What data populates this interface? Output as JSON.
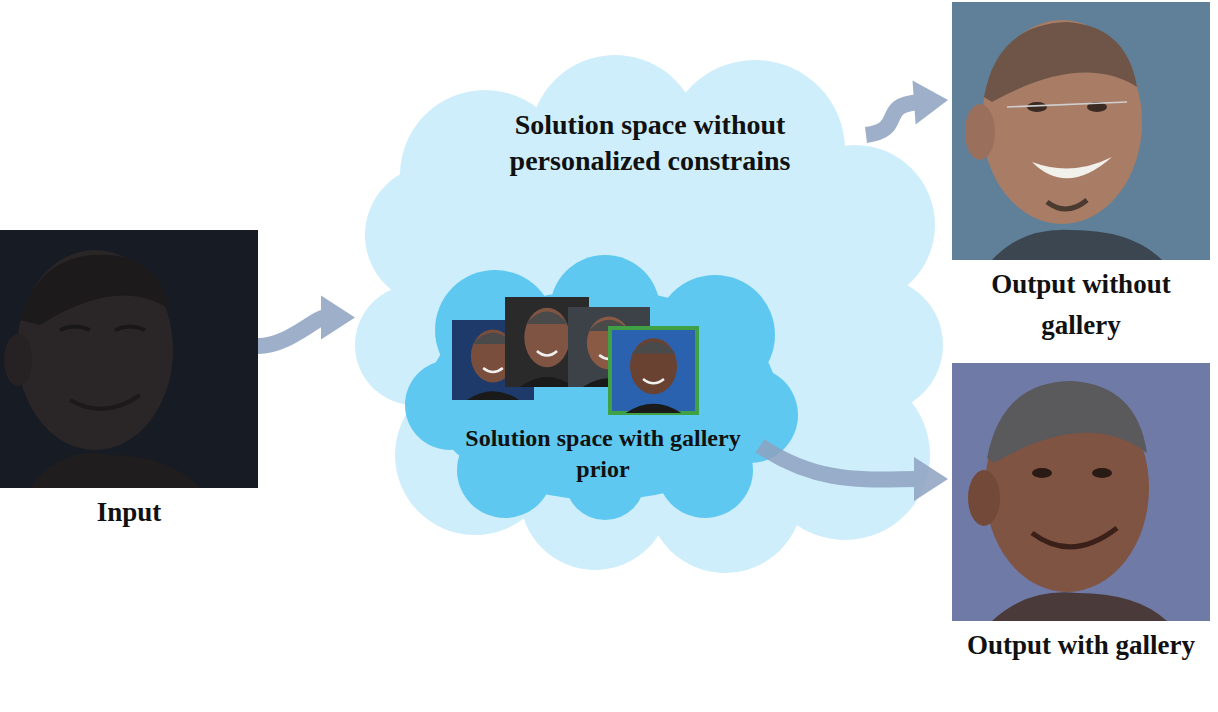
{
  "diagram": {
    "nodes": [
      {
        "text": [
          "Input"
        ]
      },
      {
        "text": [
          "Solution space without personalized constrains"
        ]
      },
      {
        "text": [
          "Solution space with gallery prior"
        ],
        "in": 1
      },
      {
        "text": [
          "Output without gallery"
        ]
      },
      {
        "text": [
          "Output with gallery"
        ]
      }
    ],
    "edges": [
      {
        "from": 0,
        "to": 1,
        "arrow": "to"
      },
      {
        "from": 1,
        "to": 3,
        "arrow": "to"
      },
      {
        "from": 2,
        "to": 4,
        "arrow": "to"
      }
    ]
  }
}
